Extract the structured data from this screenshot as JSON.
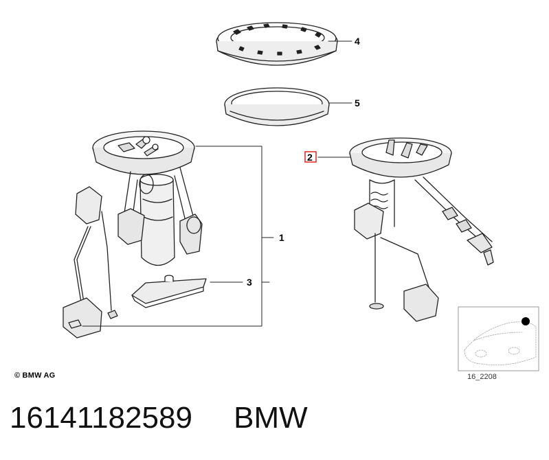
{
  "diagram": {
    "callouts": {
      "c1": "1",
      "c2": "2",
      "c3": "3",
      "c4": "4",
      "c5": "5"
    },
    "copyright": "© BMW AG",
    "inset_code": "16_2208",
    "highlight_color": "#e0322b"
  },
  "caption": {
    "part_number": "16141182589",
    "brand": "BMW"
  }
}
